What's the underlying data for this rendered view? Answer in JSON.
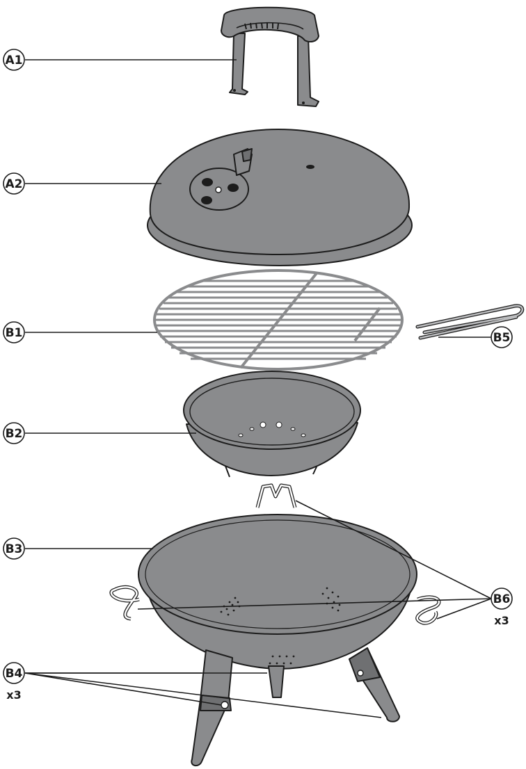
{
  "labels": {
    "a1": "A1",
    "a2": "A2",
    "b1": "B1",
    "b2": "B2",
    "b3": "B3",
    "b4": "B4",
    "b5": "B5",
    "b6": "B6"
  },
  "quantities": {
    "b4": "x3",
    "b6": "x3"
  }
}
